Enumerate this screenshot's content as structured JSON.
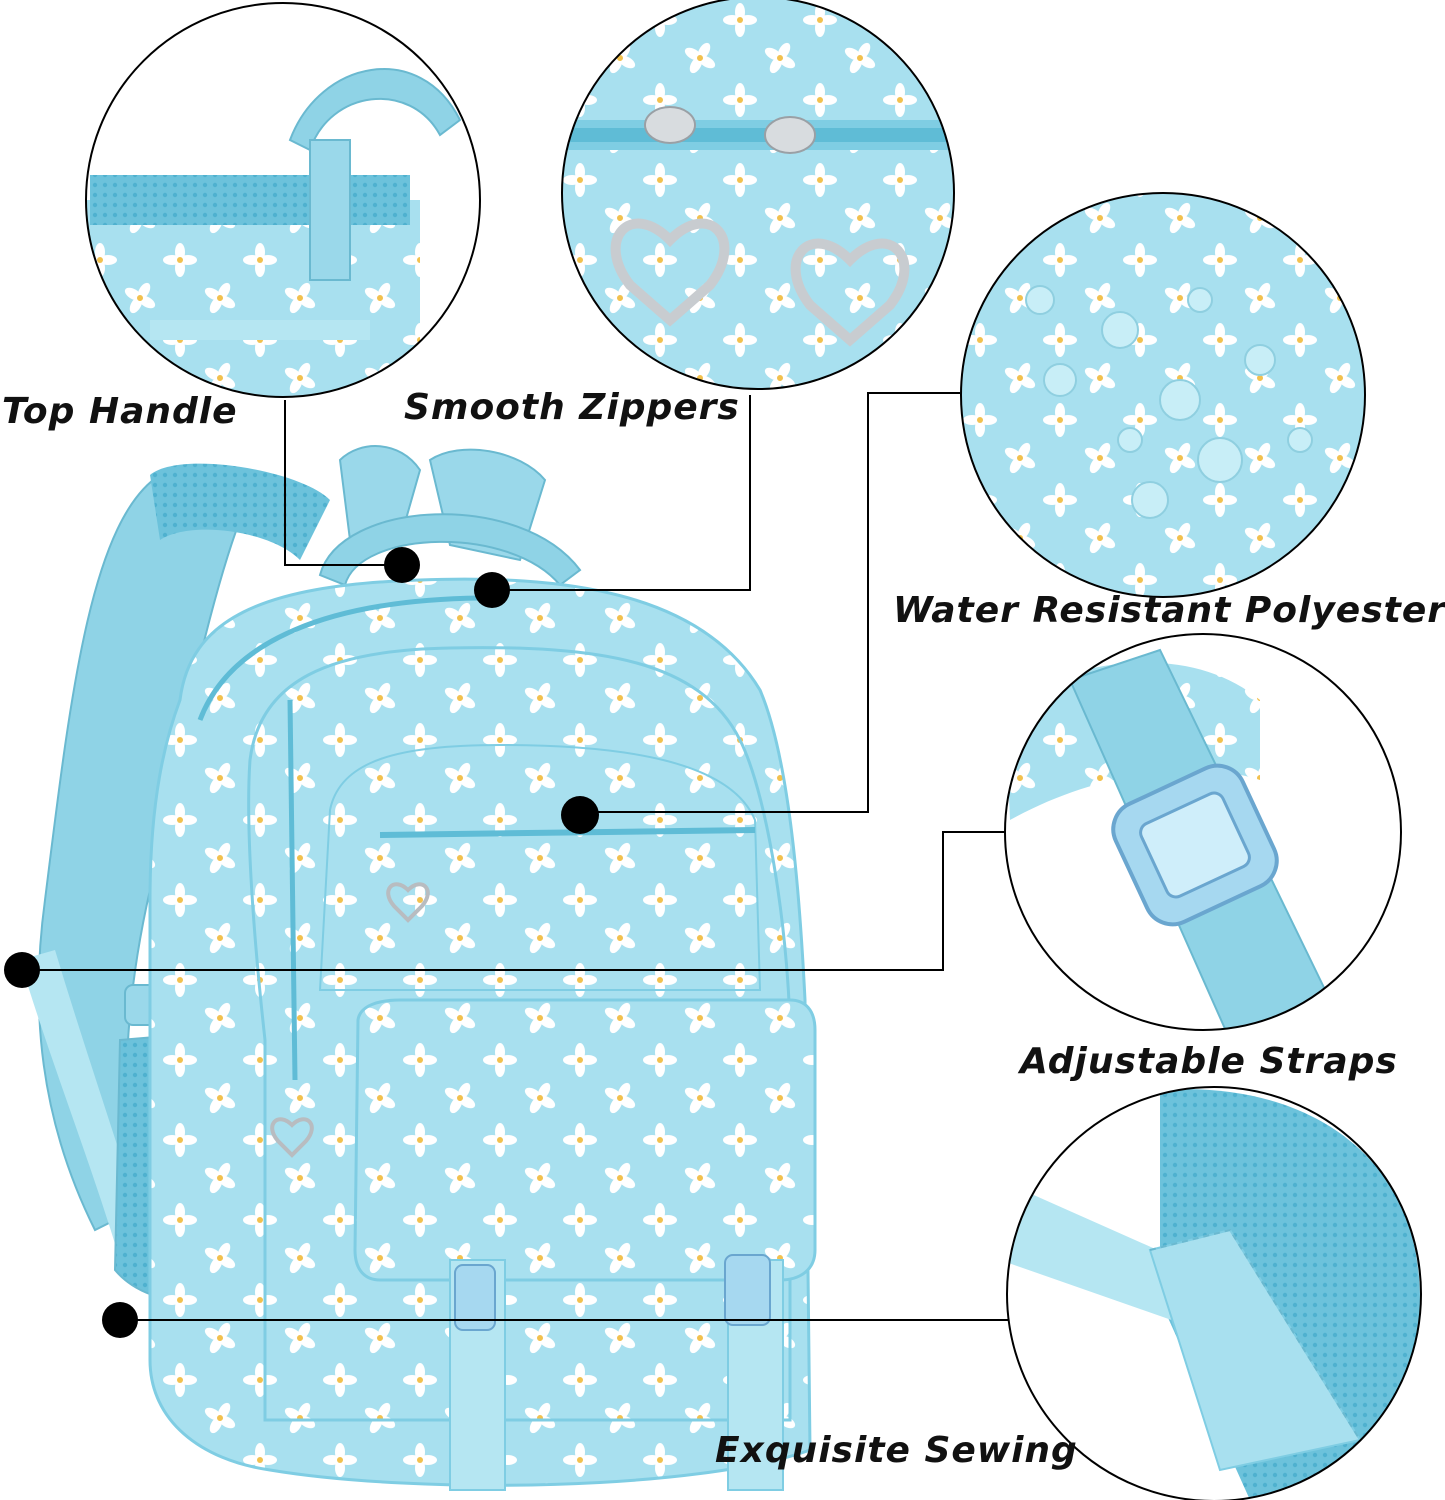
{
  "callouts": {
    "top_handle": "Top Handle",
    "smooth_zippers": "Smooth Zippers",
    "water_resistant": "Water Resistant Polyester",
    "adjustable_straps": "Adjustable Straps",
    "exquisite_sewing": "Exquisite Sewing"
  },
  "colors": {
    "fabric": "#a8e0ef",
    "fabric_dark": "#7fcde3",
    "strap": "#8fd3e6",
    "mesh": "#6cc2db",
    "flower": "#ffffff",
    "flower_center": "#f2c14e",
    "metal": "#c8ccd0",
    "callout_line": "#000000"
  },
  "icons": {
    "flower": "flower-print-icon",
    "heart_puller": "heart-zipper-icon",
    "buckle": "buckle-icon"
  }
}
